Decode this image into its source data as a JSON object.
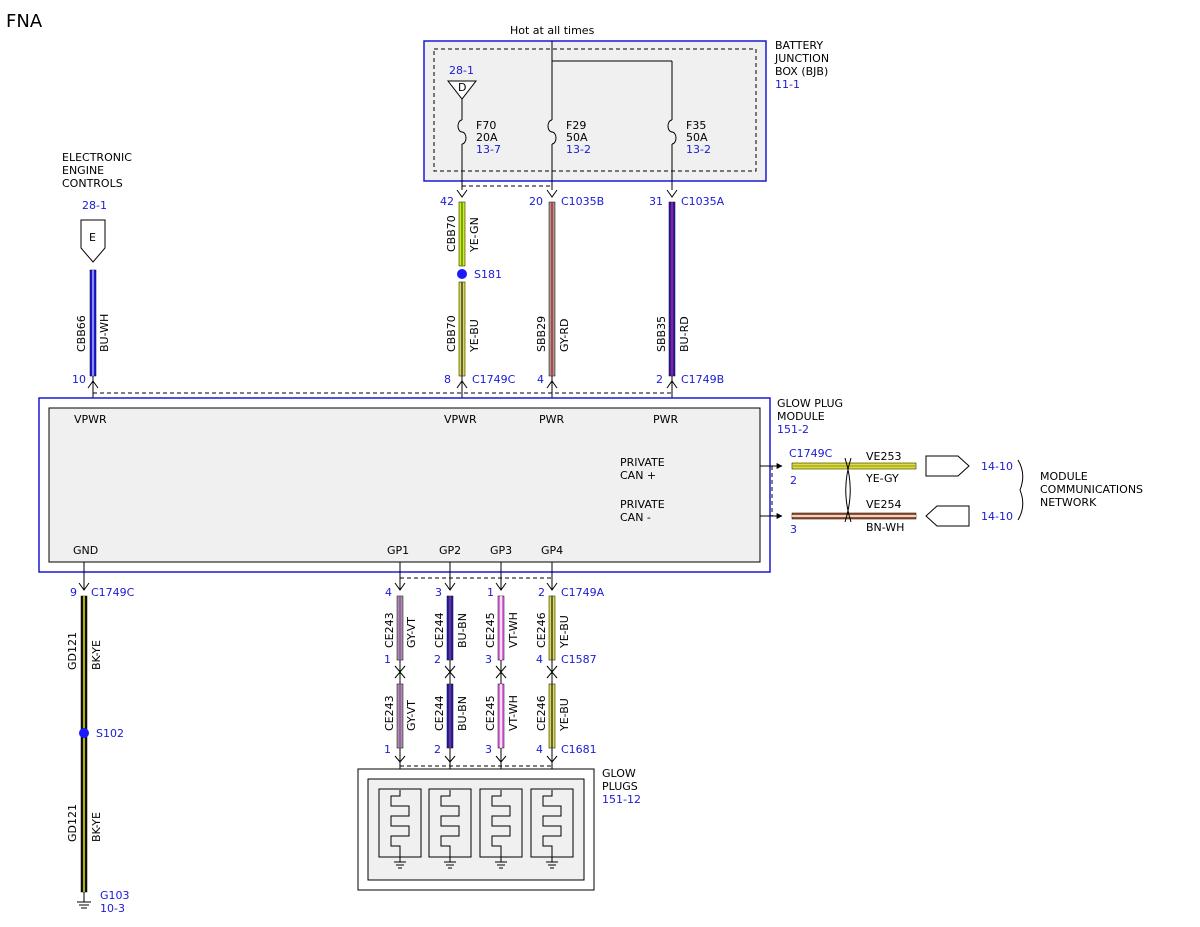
{
  "page_title": "FNA",
  "hot_label": "Hot at all times",
  "bjb": {
    "line1": "BATTERY",
    "line2": "JUNCTION",
    "line3": "BOX (BJB)",
    "ref": "11-1",
    "inner_ref": "28-1",
    "inner_letter": "D",
    "fuses": [
      {
        "name": "F70",
        "rating": "20A",
        "ref": "13-7"
      },
      {
        "name": "F29",
        "rating": "50A",
        "ref": "13-2"
      },
      {
        "name": "F35",
        "rating": "50A",
        "ref": "13-2"
      }
    ]
  },
  "eec": {
    "line1": "ELECTRONIC",
    "line2": "ENGINE",
    "line3": "CONTROLS",
    "ref": "28-1",
    "letter": "E"
  },
  "gpm": {
    "line1": "GLOW PLUG",
    "line2": "MODULE",
    "ref": "151-2",
    "pins": {
      "vpwr1": "VPWR",
      "vpwr2": "VPWR",
      "pwr1": "PWR",
      "pwr2": "PWR",
      "gnd": "GND",
      "gp1": "GP1",
      "gp2": "GP2",
      "gp3": "GP3",
      "gp4": "GP4"
    },
    "can_plus_1": "PRIVATE",
    "can_plus_2": "CAN +",
    "can_minus_1": "PRIVATE",
    "can_minus_2": "CAN -"
  },
  "top_wires": [
    {
      "pin": "10",
      "circuit": "CBB66",
      "color": "BU-WH"
    },
    {
      "pin_top": "42",
      "circuit_top": "CBB70",
      "color_top": "YE-GN",
      "splice": "S181",
      "circuit": "CBB70",
      "color": "YE-BU",
      "pin": "8",
      "connector": "C1749C"
    },
    {
      "pin_top": "20",
      "connector_top": "C1035B",
      "circuit": "SBB29",
      "color": "GY-RD",
      "pin": "4"
    },
    {
      "pin_top": "31",
      "connector_top": "C1035A",
      "circuit": "SBB35",
      "color": "BU-RD",
      "pin": "2",
      "connector": "C1749B"
    }
  ],
  "can": {
    "connector": "C1749C",
    "plus": {
      "pin": "2",
      "circuit": "VE253",
      "color": "YE-GY",
      "ref": "14-10"
    },
    "minus": {
      "pin": "3",
      "circuit": "VE254",
      "color": "BN-WH",
      "ref": "14-10"
    },
    "net1": "MODULE",
    "net2": "COMMUNICATIONS",
    "net3": "NETWORK"
  },
  "ground": {
    "pin": "9",
    "connector": "C1749C",
    "circuit_upper": "GD121",
    "color_upper": "BK-YE",
    "splice": "S102",
    "circuit_lower": "GD121",
    "color_lower": "BK-YE",
    "ground_id": "G103",
    "ground_ref": "10-3"
  },
  "gp_wires": {
    "connector_a": "C1749A",
    "connector_b": "C1587",
    "connector_c": "C1681",
    "wires": [
      {
        "pin_a": "4",
        "circuit": "CE243",
        "color": "GY-VT",
        "pin_b": "1",
        "pin_c": "1"
      },
      {
        "pin_a": "3",
        "circuit": "CE244",
        "color": "BU-BN",
        "pin_b": "2",
        "pin_c": "2"
      },
      {
        "pin_a": "1",
        "circuit": "CE245",
        "color": "VT-WH",
        "pin_b": "3",
        "pin_c": "3"
      },
      {
        "pin_a": "2",
        "circuit": "CE246",
        "color": "YE-BU",
        "pin_b": "4",
        "pin_c": "4"
      }
    ]
  },
  "glow_plugs": {
    "line1": "GLOW",
    "line2": "PLUGS",
    "ref": "151-12"
  },
  "colors": {
    "ref_blue": "#1a1ad6",
    "splice_blue": "#1a1aff"
  }
}
